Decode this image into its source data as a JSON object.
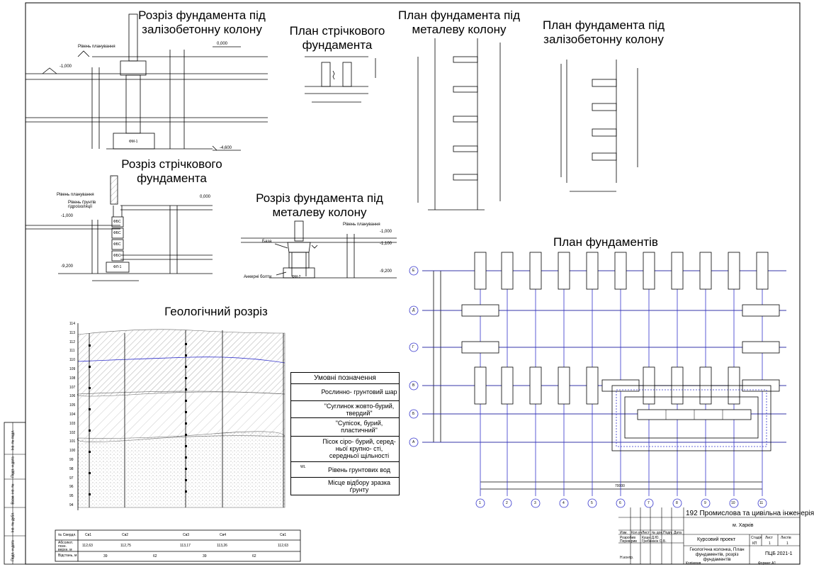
{
  "titles": {
    "section_rc": "Розріз фундамента під залізобетонну колону",
    "plan_strip": "План стрічкового фундамента",
    "plan_metal": "План фундамента під металеву колону",
    "plan_rc": "План фундамента під залізобетонну колону",
    "section_strip": "Розріз стрічкового фундамента",
    "section_metal": "Розріз фундамента під металеву колону",
    "foundation_plan": "План фундаментів",
    "geology": "Геологічний розріз"
  },
  "section_rc": {
    "level_label": "Рівень планування",
    "marks": [
      "0,000",
      "-1,000",
      "-4,600"
    ],
    "tag": "ФМ-1"
  },
  "section_strip": {
    "level_label": "Рівень планування",
    "ground_label": "Рівень ґрунтів гідроізоляції",
    "marks": [
      "0,000",
      "-1,000",
      "-9,200"
    ],
    "blocks": [
      "ФБС",
      "ФБС",
      "ФБС",
      "ФБС"
    ],
    "tag": "ФЛ-1"
  },
  "section_metal": {
    "level_label": "Рівень планування",
    "marks": [
      "-1,000",
      "-1,100",
      "-9,200"
    ],
    "base_label": "База",
    "bolts_label": "Анкерні болти",
    "tag": "ФМ-2"
  },
  "foundation_plan": {
    "axes_num": [
      "1",
      "2",
      "3",
      "4",
      "5",
      "6",
      "7",
      "8",
      "9",
      "10",
      "11"
    ],
    "axes_letter": [
      "Е",
      "Д",
      "Г",
      "В",
      "Б",
      "А"
    ],
    "spans_total": "70000"
  },
  "geology": {
    "elevations": [
      "114",
      "113",
      "112",
      "111",
      "110",
      "109",
      "108",
      "107",
      "106",
      "105",
      "104",
      "103",
      "102",
      "101",
      "100",
      "99",
      "98",
      "97",
      "96",
      "95",
      "94"
    ],
    "table_headers": [
      "№ Свердл.",
      "Абсолют. позн. верхн. м",
      "Відстань, м"
    ],
    "wells": [
      "Св1",
      "Св2",
      "Св3",
      "Св4",
      "Св1"
    ],
    "well_elev": [
      "112,63",
      "112,75",
      "113,17",
      "113,26",
      "112,63"
    ],
    "distances": [
      "39",
      "62",
      "39",
      "62"
    ]
  },
  "legend": {
    "title": "Умовні позначення",
    "items": [
      "Рослинно- грунтовий шар",
      "\"Суглинок жовто-бурий, твердий\"",
      "\"Супісок, бурий, пластичний\"",
      "Пісок сіро- бурий, серед- ньої крупно- сті, середньої щільності",
      "Рівень грунтових вод",
      "Місце відбору зразка ґрунту"
    ],
    "water_tag": "WL"
  },
  "stamp": {
    "project": "192 Промислова та цивільна інженерія",
    "city": "м. Харків",
    "kind": "Курсовий проект",
    "content": "Геологічна колонка, План фундаментів, розріз фундаментів",
    "code": "ПЦБ 2021-1",
    "stage_header": [
      "Стадія",
      "Лист",
      "Листів"
    ],
    "stage_values": [
      "КП",
      "1",
      "1"
    ],
    "row_headers": [
      "Изм.",
      "Кол.уч",
      "Лист",
      "№ док.",
      "Подп.",
      "Дата"
    ],
    "people_roles": [
      "Розробив",
      "Перевірив",
      "Н.контр."
    ],
    "people_names": [
      "Кушн Д.Ю.",
      "Гребнюкін О.Б."
    ],
    "footer_left": "Копіював",
    "footer_right": "Формат А1"
  },
  "side_stamp": [
    "Інв. № подл.",
    "Подп. и дата",
    "Взам. інв. №",
    "Інв. № дубл.",
    "Подп. и дата"
  ]
}
